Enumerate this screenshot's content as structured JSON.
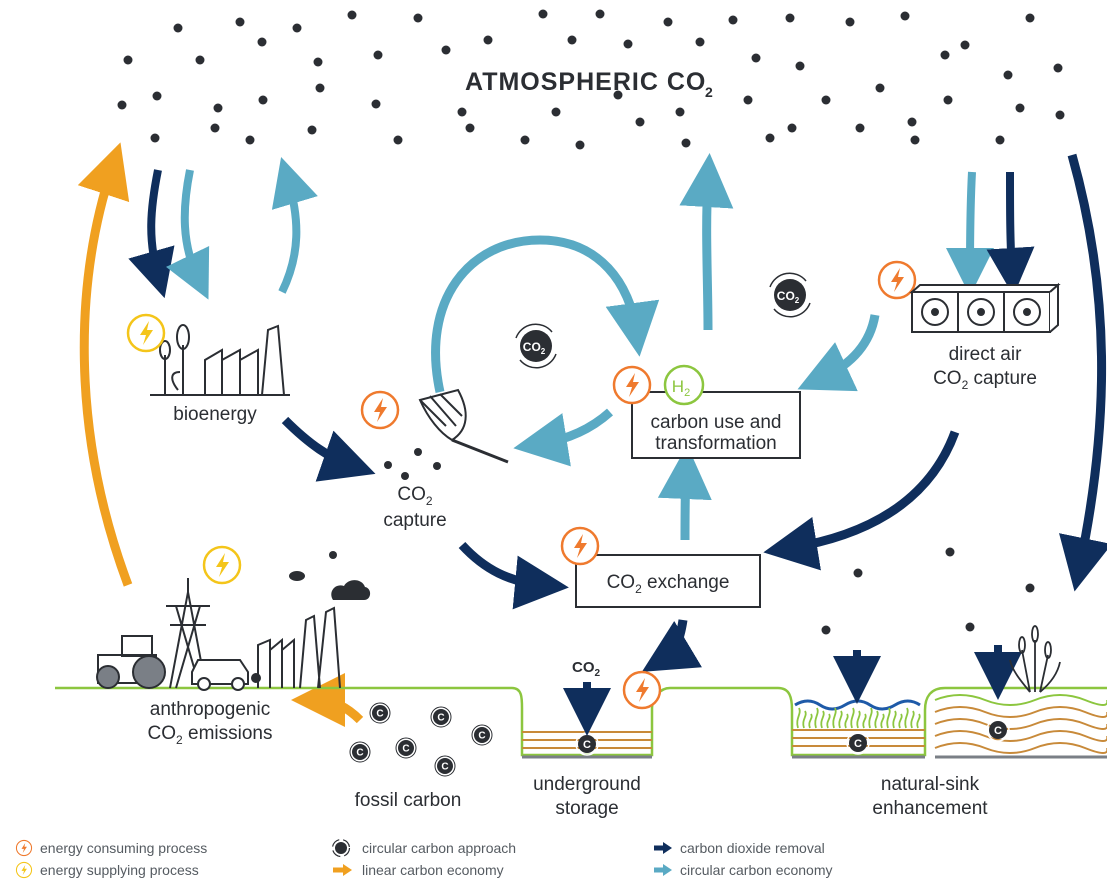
{
  "title": {
    "main": "ATMOSPHERIC CO",
    "sub": "2"
  },
  "labels": {
    "bioenergy": "bioenergy",
    "co2_capture_1": "CO",
    "co2_capture_sub": "2",
    "co2_capture_2": "capture",
    "carbon_use_1": "carbon use and",
    "carbon_use_2": "transformation",
    "h2": "H",
    "h2_sub": "2",
    "dac_1": "direct air",
    "dac_2a": "CO",
    "dac_2sub": "2",
    "dac_2b": " capture",
    "exchange_a": "CO",
    "exchange_sub": "2",
    "exchange_b": " exchange",
    "anthro_1": "anthropogenic",
    "anthro_2a": "CO",
    "anthro_2sub": "2",
    "anthro_2b": " emissions",
    "fossil": "fossil carbon",
    "storage_1": "underground",
    "storage_2": "storage",
    "storage_co2": "CO",
    "storage_co2_sub": "2",
    "sink_1": "natural-sink",
    "sink_2": "enhancement",
    "co2_badge": "CO",
    "co2_badge_sub": "2",
    "carbon_symbol": "C"
  },
  "legend": [
    {
      "label": "energy consuming process",
      "icon": "energy-consuming-icon"
    },
    {
      "label": "energy supplying process",
      "icon": "energy-supplying-icon"
    },
    {
      "label": "circular carbon approach",
      "icon": "circular-carbon-icon"
    },
    {
      "label": "linear carbon economy",
      "icon": "linear-arrow-icon"
    },
    {
      "label": "carbon dioxide removal",
      "icon": "removal-arrow-icon"
    },
    {
      "label": "circular carbon economy",
      "icon": "circular-arrow-icon"
    }
  ],
  "colors": {
    "navy": "#0f2e5c",
    "teal": "#5aaac4",
    "orange": "#f0a020",
    "consume": "#ef7a2e",
    "supply": "#f4c51a",
    "green": "#8cc63f",
    "dark": "#2b2e33",
    "soil": "#c88a3a"
  }
}
